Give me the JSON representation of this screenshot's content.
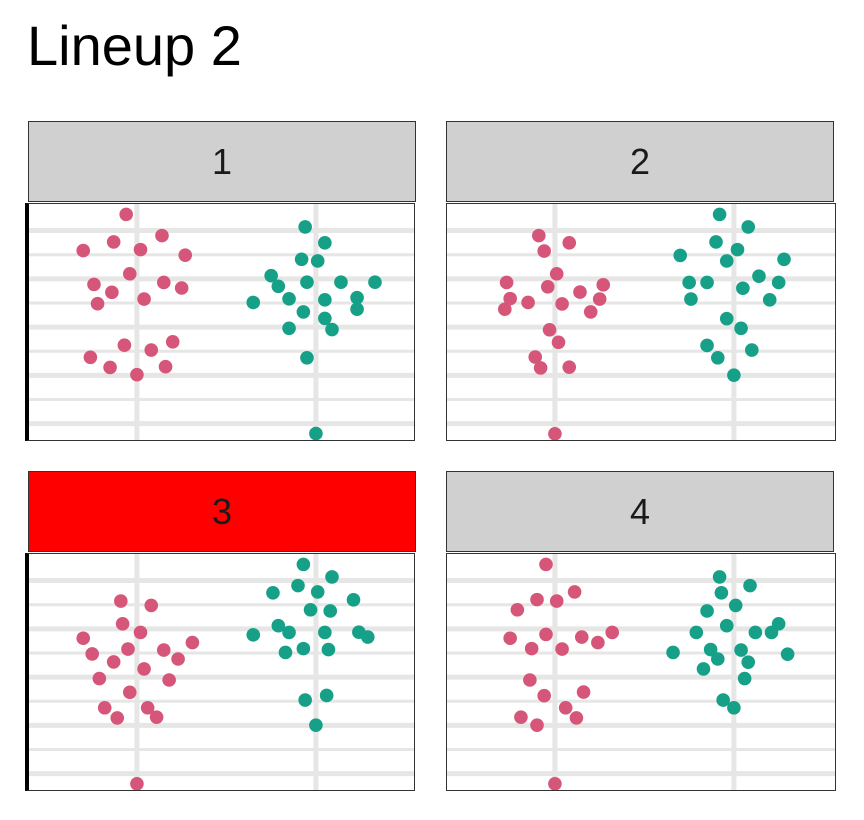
{
  "title": "Lineup 2",
  "colors": {
    "group1": "#d6567a",
    "group2": "#16a087",
    "strip": "#d0d0d0",
    "strip_highlight": "#ff0000",
    "grid": "#e6e6e6"
  },
  "chart_data": {
    "type": "scatter",
    "subtype": "beeswarm",
    "title": "Lineup 2",
    "xlabel": "",
    "ylabel": "",
    "xlim": [
      0.397,
      2.576
    ],
    "ylim": [
      0.24,
      10.1
    ],
    "grid": true,
    "major_y": [
      1,
      3,
      5,
      7,
      9
    ],
    "minor_y": [
      2,
      4,
      6,
      8
    ],
    "x_categories": [
      1,
      2
    ],
    "panels": [
      {
        "label": "1",
        "highlighted": false,
        "series": [
          {
            "name": "group1",
            "points": [
              [
                0.94,
                9.67
              ],
              [
                1.14,
                8.79
              ],
              [
                0.87,
                8.53
              ],
              [
                0.7,
                8.17
              ],
              [
                1.02,
                8.21
              ],
              [
                1.27,
                7.98
              ],
              [
                0.96,
                7.21
              ],
              [
                0.76,
                6.77
              ],
              [
                1.15,
                6.85
              ],
              [
                1.25,
                6.62
              ],
              [
                0.86,
                6.44
              ],
              [
                0.78,
                5.97
              ],
              [
                1.04,
                6.16
              ],
              [
                1.2,
                4.39
              ],
              [
                0.93,
                4.25
              ],
              [
                1.08,
                4.05
              ],
              [
                0.74,
                3.75
              ],
              [
                0.85,
                3.33
              ],
              [
                1.16,
                3.36
              ],
              [
                1.0,
                3.03
              ]
            ]
          },
          {
            "name": "group2",
            "points": [
              [
                1.94,
                9.15
              ],
              [
                2.05,
                8.49
              ],
              [
                1.92,
                7.81
              ],
              [
                2.01,
                7.74
              ],
              [
                1.75,
                7.13
              ],
              [
                1.79,
                6.69
              ],
              [
                1.95,
                6.86
              ],
              [
                2.14,
                6.86
              ],
              [
                2.33,
                6.86
              ],
              [
                1.65,
                6.02
              ],
              [
                1.85,
                6.17
              ],
              [
                2.05,
                6.13
              ],
              [
                2.23,
                6.22
              ],
              [
                2.23,
                5.74
              ],
              [
                1.93,
                5.63
              ],
              [
                2.05,
                5.36
              ],
              [
                1.85,
                4.95
              ],
              [
                2.09,
                4.9
              ],
              [
                1.95,
                3.73
              ],
              [
                2.0,
                0.59
              ]
            ]
          }
        ]
      },
      {
        "label": "2",
        "highlighted": false,
        "series": [
          {
            "name": "group1",
            "points": [
              [
                0.91,
                8.79
              ],
              [
                1.08,
                8.49
              ],
              [
                0.94,
                8.15
              ],
              [
                1.01,
                7.21
              ],
              [
                0.73,
                6.85
              ],
              [
                0.96,
                6.67
              ],
              [
                1.27,
                6.75
              ],
              [
                1.14,
                6.45
              ],
              [
                0.75,
                6.18
              ],
              [
                0.85,
                6.02
              ],
              [
                1.25,
                6.16
              ],
              [
                0.72,
                5.74
              ],
              [
                1.04,
                5.96
              ],
              [
                1.2,
                5.63
              ],
              [
                0.97,
                4.89
              ],
              [
                1.02,
                4.37
              ],
              [
                0.89,
                3.76
              ],
              [
                0.92,
                3.31
              ],
              [
                1.08,
                3.34
              ],
              [
                1.0,
                0.58
              ]
            ]
          },
          {
            "name": "group2",
            "points": [
              [
                1.92,
                9.67
              ],
              [
                2.08,
                9.15
              ],
              [
                1.9,
                8.53
              ],
              [
                1.7,
                7.97
              ],
              [
                2.02,
                8.21
              ],
              [
                1.96,
                7.74
              ],
              [
                2.28,
                7.81
              ],
              [
                2.14,
                7.11
              ],
              [
                1.75,
                6.85
              ],
              [
                1.85,
                6.85
              ],
              [
                2.25,
                6.85
              ],
              [
                2.05,
                6.61
              ],
              [
                1.76,
                6.16
              ],
              [
                2.2,
                6.13
              ],
              [
                1.96,
                5.35
              ],
              [
                2.04,
                4.95
              ],
              [
                1.85,
                4.24
              ],
              [
                2.1,
                4.05
              ],
              [
                1.91,
                3.73
              ],
              [
                2.0,
                3.01
              ]
            ]
          }
        ]
      },
      {
        "label": "3",
        "highlighted": true,
        "series": [
          {
            "name": "group1",
            "points": [
              [
                0.91,
                8.15
              ],
              [
                1.08,
                7.97
              ],
              [
                0.92,
                7.21
              ],
              [
                1.02,
                6.85
              ],
              [
                0.7,
                6.61
              ],
              [
                0.95,
                6.16
              ],
              [
                1.31,
                6.43
              ],
              [
                0.75,
                5.96
              ],
              [
                1.15,
                6.12
              ],
              [
                1.23,
                5.75
              ],
              [
                0.87,
                5.63
              ],
              [
                1.04,
                5.34
              ],
              [
                0.79,
                4.94
              ],
              [
                1.18,
                4.88
              ],
              [
                0.96,
                4.37
              ],
              [
                0.82,
                3.73
              ],
              [
                1.06,
                3.73
              ],
              [
                0.89,
                3.31
              ],
              [
                1.11,
                3.34
              ],
              [
                1.0,
                0.58
              ]
            ]
          },
          {
            "name": "group2",
            "points": [
              [
                1.93,
                9.67
              ],
              [
                2.09,
                9.15
              ],
              [
                1.9,
                8.79
              ],
              [
                1.76,
                8.49
              ],
              [
                2.01,
                8.53
              ],
              [
                2.21,
                8.2
              ],
              [
                1.97,
                7.79
              ],
              [
                2.08,
                7.74
              ],
              [
                1.79,
                7.13
              ],
              [
                1.85,
                6.85
              ],
              [
                1.65,
                6.75
              ],
              [
                2.05,
                6.85
              ],
              [
                2.24,
                6.86
              ],
              [
                2.29,
                6.66
              ],
              [
                1.83,
                6.02
              ],
              [
                1.93,
                6.18
              ],
              [
                2.07,
                6.14
              ],
              [
                2.06,
                4.24
              ],
              [
                1.94,
                4.05
              ],
              [
                2.0,
                3.01
              ]
            ]
          }
        ]
      },
      {
        "label": "4",
        "highlighted": false,
        "series": [
          {
            "name": "group1",
            "points": [
              [
                0.95,
                9.67
              ],
              [
                1.11,
                8.53
              ],
              [
                0.9,
                8.21
              ],
              [
                1.01,
                8.15
              ],
              [
                0.79,
                7.79
              ],
              [
                0.75,
                6.61
              ],
              [
                0.95,
                6.77
              ],
              [
                1.15,
                6.66
              ],
              [
                1.32,
                6.85
              ],
              [
                1.24,
                6.43
              ],
              [
                0.87,
                6.18
              ],
              [
                1.04,
                6.16
              ],
              [
                0.86,
                4.88
              ],
              [
                1.16,
                4.38
              ],
              [
                0.94,
                4.23
              ],
              [
                1.06,
                3.73
              ],
              [
                0.81,
                3.34
              ],
              [
                1.12,
                3.31
              ],
              [
                0.9,
                3.01
              ],
              [
                1.0,
                0.58
              ]
            ]
          },
          {
            "name": "group2",
            "points": [
              [
                1.92,
                9.15
              ],
              [
                2.09,
                8.79
              ],
              [
                1.93,
                8.49
              ],
              [
                2.01,
                7.97
              ],
              [
                1.85,
                7.74
              ],
              [
                1.96,
                7.13
              ],
              [
                2.25,
                7.21
              ],
              [
                1.79,
                6.85
              ],
              [
                2.12,
                6.85
              ],
              [
                2.21,
                6.85
              ],
              [
                1.66,
                6.02
              ],
              [
                1.87,
                6.14
              ],
              [
                2.04,
                6.12
              ],
              [
                2.3,
                5.95
              ],
              [
                1.91,
                5.75
              ],
              [
                2.08,
                5.62
              ],
              [
                1.83,
                5.34
              ],
              [
                2.06,
                4.94
              ],
              [
                1.94,
                4.05
              ],
              [
                2.0,
                3.73
              ]
            ]
          }
        ]
      }
    ]
  }
}
